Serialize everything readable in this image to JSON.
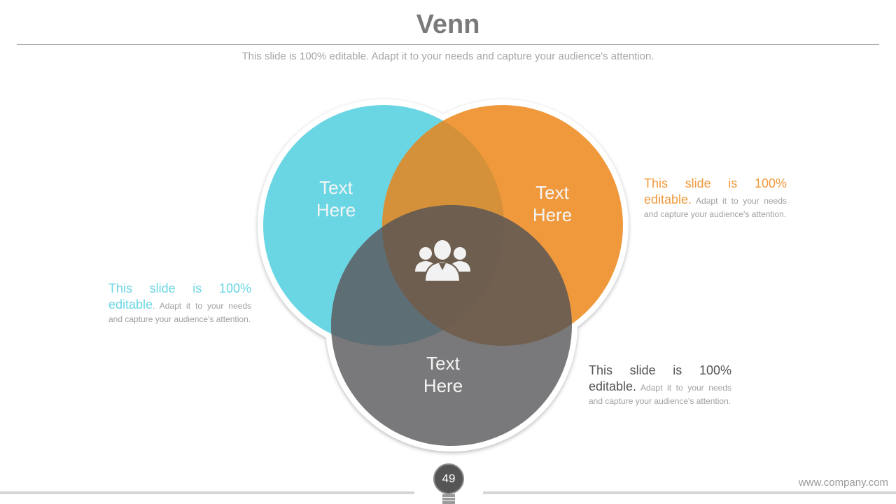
{
  "slide": {
    "title": "Venn",
    "subtitle": "This slide is 100% editable. Adapt it to your needs and capture your audience's attention.",
    "page_number": "49",
    "footer_url": "www.company.com"
  },
  "venn": {
    "center_icon": "people-group-icon",
    "circles": [
      {
        "id": "cyan",
        "label_line1": "Text",
        "label_line2": "Here",
        "color": "#6ad6e4"
      },
      {
        "id": "orange",
        "label_line1": "Text",
        "label_line2": "Here",
        "color": "#f0993c"
      },
      {
        "id": "gray",
        "label_line1": "Text",
        "label_line2": "Here",
        "color": "#79797b"
      }
    ],
    "overlap_colors": {
      "cyan_orange": "#d4913a",
      "cyan_gray": "#5e6e75",
      "orange_gray": "#6f5d4e",
      "all": "#6f5d4e"
    }
  },
  "descriptions": [
    {
      "id": "cyan",
      "lead_line1": "This  slide  is  100%",
      "lead_line2": "editable",
      "lead_suffix": ".",
      "body": " Adapt it to your needs and capture your audience's attention.",
      "color": "#6ad6e4"
    },
    {
      "id": "orange",
      "lead_line1": "This  slide  is  100%",
      "lead_line2": "editable.",
      "lead_suffix": "",
      "body": " Adapt it to your needs and capture your audience's attention.",
      "color": "#f0993c"
    },
    {
      "id": "gray",
      "lead_line1": "This  slide  is  100%",
      "lead_line2": "editable.",
      "lead_suffix": "",
      "body": " Adapt it to your needs and capture your audience's attention.",
      "color": "#555555"
    }
  ]
}
